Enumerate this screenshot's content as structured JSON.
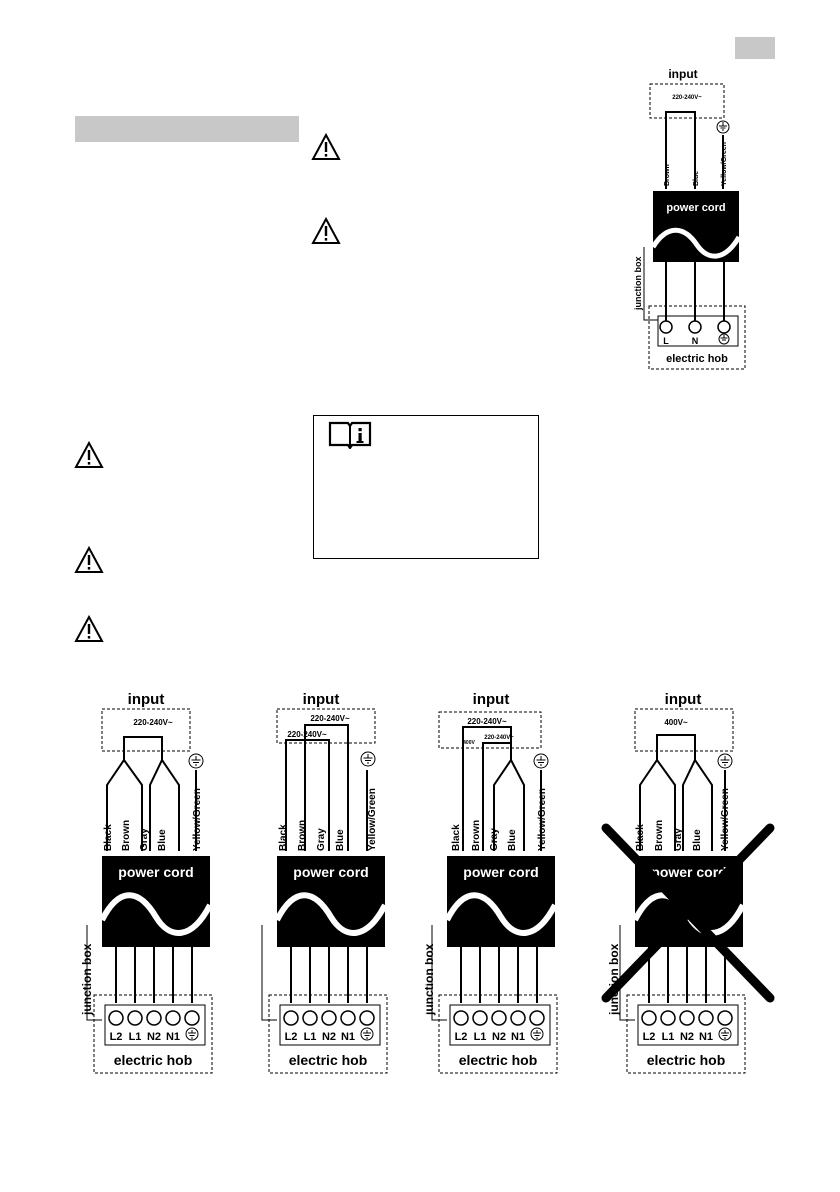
{
  "common": {
    "input_label": "input",
    "power_cord_label": "power cord",
    "junction_box_label": "junction box",
    "electric_hob_label": "electric hob"
  },
  "top_diagram": {
    "voltage": "220-240V~",
    "wires": [
      "Brown",
      "Blue",
      "Yellow/Green"
    ],
    "terminals": [
      "L",
      "N"
    ]
  },
  "bottom_diagrams": [
    {
      "voltages": [
        "220-240V~"
      ],
      "wires": [
        "Black",
        "Brown",
        "Gray",
        "Blue",
        "Yellow/Green"
      ],
      "terminals": [
        "L2",
        "L1",
        "N2",
        "N1"
      ],
      "crossed_out": false
    },
    {
      "voltages": [
        "220-240V~",
        "220-240V~"
      ],
      "wires": [
        "Black",
        "Brown",
        "Gray",
        "Blue",
        "Yellow/Green"
      ],
      "terminals": [
        "L2",
        "L1",
        "N2",
        "N1"
      ],
      "crossed_out": false
    },
    {
      "voltages": [
        "220-240V~",
        "400V",
        "220-240V~"
      ],
      "wires": [
        "Black",
        "Brown",
        "Gray",
        "Blue",
        "Yellow/Green"
      ],
      "terminals": [
        "L2",
        "L1",
        "N2",
        "N1"
      ],
      "crossed_out": false
    },
    {
      "voltages": [
        "400V~"
      ],
      "wires": [
        "Black",
        "Brown",
        "Gray",
        "Blue",
        "Yellow/Green"
      ],
      "terminals": [
        "L2",
        "L1",
        "N2",
        "N1"
      ],
      "crossed_out": true
    }
  ],
  "icons": {
    "warning": "warning-triangle-icon",
    "info": "info-book-icon",
    "ground": "ground-symbol-icon"
  }
}
